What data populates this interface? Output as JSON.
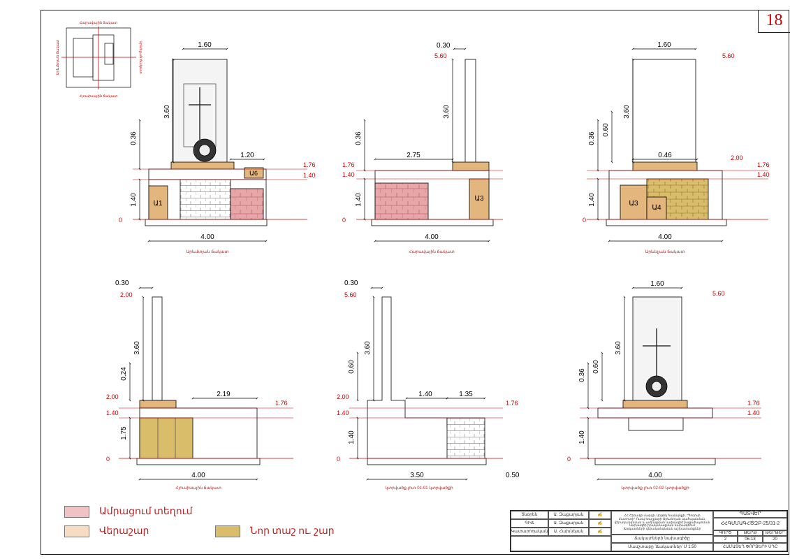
{
  "sheet_number": "18",
  "legend": [
    {
      "label": "Ամրացում տեղում",
      "color": "#f0c2c4"
    },
    {
      "label": "Վերաշար",
      "color": "#f6dcc0"
    },
    {
      "label": "Նոր տաշ ու. շար",
      "color": "#d9bd6a"
    }
  ],
  "key_plan": {
    "top": "Հարավային ճակատ",
    "bottom": "Հյուսիսային ճակատ",
    "left": "Արևմտյան ճակատ",
    "right": "Արևելյան ճակատ"
  },
  "views": [
    {
      "caption": "Արևմտյան ճակատ",
      "dims": [
        "1.60",
        "3.60",
        "0.36",
        "1.40",
        "1.20",
        "4.00"
      ],
      "levels": [
        "1.76",
        "1.40",
        "0"
      ],
      "labels": [
        "Ա1",
        "Ա6"
      ]
    },
    {
      "caption": "Հարավային ճակատ",
      "dims": [
        "0.30",
        "3.60",
        "0.36",
        "2.75",
        "1.40",
        "4.00"
      ],
      "levels": [
        "5.60",
        "1.76",
        "1.40",
        "0"
      ],
      "labels": [
        "Ա3"
      ]
    },
    {
      "caption": "Արևելյան ճակատ",
      "dims": [
        "1.60",
        "3.60",
        "0.60",
        "0.36",
        "0.46",
        "1.40",
        "4.00"
      ],
      "levels": [
        "5.60",
        "2.00",
        "1.76",
        "1.40",
        "0"
      ],
      "labels": [
        "Ա3",
        "Ա4"
      ]
    },
    {
      "caption": "Հյուսիսային ճակատ",
      "dims": [
        "0.30",
        "3.60",
        "0.24",
        "1.75",
        "2.19",
        "4.00"
      ],
      "levels": [
        "2.00",
        "1.76",
        "1.40",
        "0"
      ],
      "labels": []
    },
    {
      "caption": "կտրվածք լուռ 01-01 կտրվածքի",
      "dims": [
        "0.30",
        "3.60",
        "0.60",
        "1.40",
        "1.40",
        "1.35",
        "3.50",
        "0.50"
      ],
      "levels": [
        "5.60",
        "2.00",
        "1.76",
        "1.40",
        "0"
      ],
      "labels": []
    },
    {
      "caption": "կտրվածք լուռ 02-02 կտրվածքի",
      "dims": [
        "1.60",
        "3.60",
        "0.60",
        "0.36",
        "1.40",
        "4.00"
      ],
      "levels": [
        "5.60",
        "1.76",
        "1.40",
        "0"
      ],
      "labels": []
    }
  ],
  "title_block": {
    "rows": [
      {
        "role": "Տնօրեն",
        "name": "Ա. Զաքարյան"
      },
      {
        "role": "ԳԻՃ",
        "name": "Ա. Զաքարյան"
      },
      {
        "role": "Կատարողական",
        "name": "Ա. Հախնեյան"
      }
    ],
    "project_text": "ՀՀ Շիրակի մարզի, Արթիկ համայնքի, \"Պողոսի\nմատուռի\" Ուսպ Խաչքարի Արևմտյան պահպանման,\nվերականգնման և ամրացման նախագիծ բացահայտման\nնախագծի իրականացման նախագծում\nՃակատների վերականգնման աշխատանքներ",
    "sheet_title": "Ճակատների նախագիծը",
    "scale": "Մասշտաբը 'Ճակատներ' Մ 1:50",
    "company_abbr": "ՊԱՏՎԵՐ",
    "code": "ՀՀԳՄՄԱԳՀԾԶԲ-25/31-2",
    "h_stage": "ԳՈՐԾ",
    "h_sheet": "ԹԵՐԹ",
    "h_sheets": "ԹԵՐԹԵՐ",
    "stage": "2",
    "sheet": "06-18",
    "sheets": "20",
    "org": "ՀԱՄԱՏԵՂ ՓՈՐՁԵՐԻ ՍԴԸ"
  }
}
